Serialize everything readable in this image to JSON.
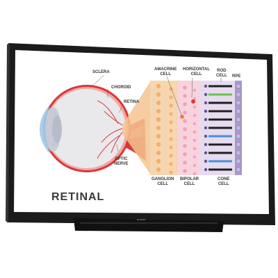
{
  "display": {
    "brand": "SHARP",
    "bezel_color": "#1a1a1a",
    "screen_color": "#ffffff"
  },
  "diagram": {
    "title": "RETINAL",
    "labels": {
      "sclera": "SCLERA",
      "choroid": "CHOROID",
      "retina": "RETINA",
      "optic_nerve": [
        "OPTIC",
        "NERVE"
      ],
      "amacrine_cell": [
        "AMACRINE",
        "CELL"
      ],
      "horizontal_cell": [
        "HORIZONTAL",
        "CELL"
      ],
      "rod_cell": [
        "ROD",
        "CELL"
      ],
      "rpe": "RPE",
      "ganglion_cell": [
        "GANGLION",
        "CELL"
      ],
      "bipolar_cell": [
        "BIPOLAR",
        "CELL"
      ],
      "cone_cell": [
        "CONE",
        "CELL"
      ]
    },
    "colors": {
      "sclera_red": "#d9363a",
      "eyeball": "#e9e9ec",
      "cornea": "#9fc9e8",
      "layer_ganglion": "#f6d6b0",
      "layer_bipolar": "#f8d3dd",
      "layer_receptors": "#e6dcef",
      "layer_rpe": "#a99bc9"
    }
  }
}
